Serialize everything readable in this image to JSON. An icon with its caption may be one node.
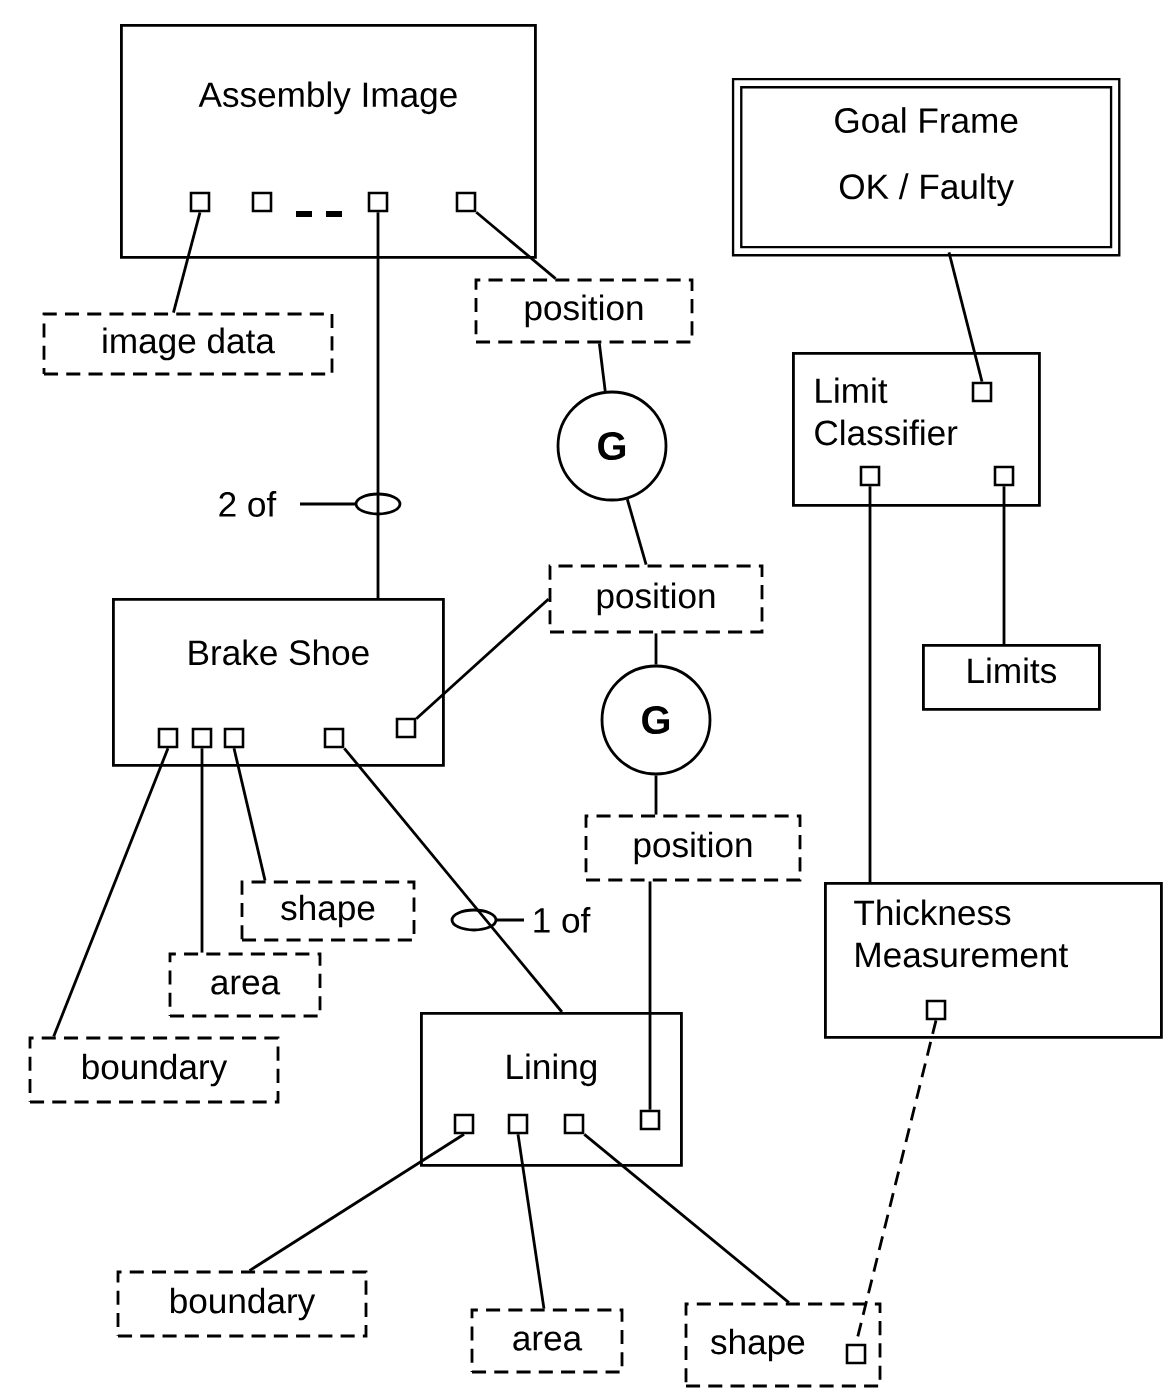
{
  "diagram": {
    "nodes": [
      {
        "text": [
          "Assembly Image"
        ]
      },
      {
        "text": [],
        "shape": "box",
        "in": 0
      },
      {
        "text": [],
        "shape": "box",
        "in": 0
      },
      {
        "text": [],
        "shape": "box",
        "in": 0
      },
      {
        "text": [],
        "shape": "box",
        "in": 0
      },
      {
        "text": [
          "Goal Frame",
          "OK / Faulty"
        ]
      },
      {
        "text": [
          "image data"
        ]
      },
      {
        "text": [
          "position"
        ]
      },
      {
        "text": [
          "G"
        ]
      },
      {
        "text": [
          "Limit Classifier"
        ]
      },
      {
        "text": [],
        "shape": "box",
        "in": 9
      },
      {
        "text": [],
        "shape": "box",
        "in": 9
      },
      {
        "text": [],
        "shape": "box",
        "in": 9
      },
      {
        "text": [
          "position"
        ]
      },
      {
        "text": [
          "Brake Shoe"
        ]
      },
      {
        "text": [],
        "shape": "box",
        "in": 14
      },
      {
        "text": [],
        "shape": "box",
        "in": 14
      },
      {
        "text": [],
        "shape": "box",
        "in": 14
      },
      {
        "text": [],
        "shape": "box",
        "in": 14
      },
      {
        "text": [],
        "shape": "box",
        "in": 14
      },
      {
        "text": [
          "Limits"
        ]
      },
      {
        "text": [
          "G"
        ]
      },
      {
        "text": [
          "position"
        ]
      },
      {
        "text": [
          "shape"
        ]
      },
      {
        "text": [
          "area"
        ]
      },
      {
        "text": [
          "Thickness Measurement"
        ]
      },
      {
        "text": [],
        "shape": "box",
        "in": 25
      },
      {
        "text": [
          "boundary"
        ]
      },
      {
        "text": [
          "Lining"
        ]
      },
      {
        "text": [],
        "shape": "box",
        "in": 28
      },
      {
        "text": [],
        "shape": "box",
        "in": 28
      },
      {
        "text": [],
        "shape": "box",
        "in": 28
      },
      {
        "text": [],
        "shape": "box",
        "in": 28
      },
      {
        "text": [
          "boundary"
        ]
      },
      {
        "text": [
          "area"
        ]
      },
      {
        "text": [
          "shape"
        ]
      },
      {
        "text": [],
        "shape": "box",
        "in": 35
      }
    ],
    "edges": [
      {
        "from": 1,
        "to": 6,
        "arrow": "none"
      },
      {
        "from": 3,
        "to": 14,
        "arrow": "none",
        "label": "2 of"
      },
      {
        "from": 4,
        "to": 7,
        "arrow": "none"
      },
      {
        "from": 7,
        "to": 8,
        "arrow": "none"
      },
      {
        "from": 8,
        "to": 13,
        "arrow": "none"
      },
      {
        "from": 13,
        "to": 19,
        "arrow": "none"
      },
      {
        "from": 13,
        "to": 21,
        "arrow": "none"
      },
      {
        "from": 21,
        "to": 22,
        "arrow": "none"
      },
      {
        "from": 22,
        "to": 32,
        "arrow": "none"
      },
      {
        "from": 15,
        "to": 27,
        "arrow": "none"
      },
      {
        "from": 16,
        "to": 24,
        "arrow": "none"
      },
      {
        "from": 17,
        "to": 23,
        "arrow": "none"
      },
      {
        "from": 18,
        "to": 28,
        "arrow": "none",
        "label": "1 of"
      },
      {
        "from": 5,
        "to": 10,
        "arrow": "none"
      },
      {
        "from": 11,
        "to": 25,
        "arrow": "none"
      },
      {
        "from": 12,
        "to": 20,
        "arrow": "none"
      },
      {
        "from": 29,
        "to": 33,
        "arrow": "none"
      },
      {
        "from": 30,
        "to": 34,
        "arrow": "none"
      },
      {
        "from": 31,
        "to": 35,
        "arrow": "none"
      },
      {
        "from": 26,
        "to": 36,
        "arrow": "none",
        "style": "dashed"
      }
    ]
  }
}
